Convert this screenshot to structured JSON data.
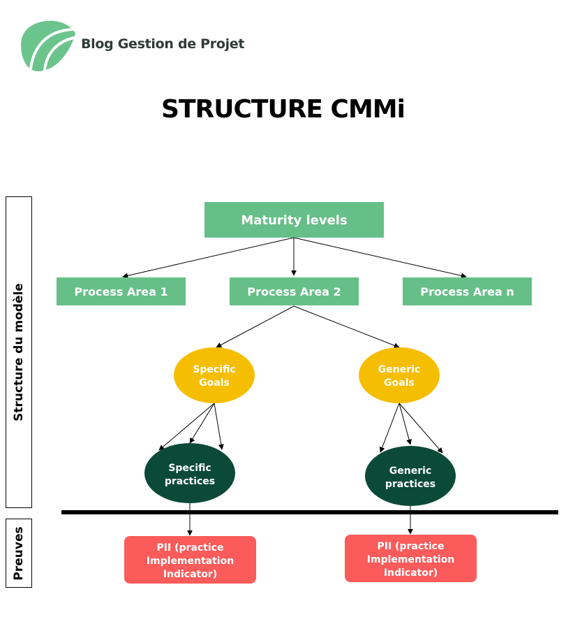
{
  "header": {
    "brand": "Blog Gestion de Projet",
    "title": "STRUCTURE CMMi"
  },
  "side_labels": {
    "model": "Structure du modèle",
    "evidence": "Preuves"
  },
  "nodes": {
    "maturity": "Maturity levels",
    "pa1": "Process Area 1",
    "pa2": "Process Area 2",
    "pan": "Process Area n",
    "sg_line1": "Specific",
    "sg_line2": "Goals",
    "gg_line1": "Generic",
    "gg_line2": "Goals",
    "sp_line1": "Specific",
    "sp_line2": "practices",
    "gp_line1": "Generic",
    "gp_line2": "practices",
    "pii_left_line1": "PII (practice",
    "pii_left_line2": "Implementation",
    "pii_left_line3": "Indicator)",
    "pii_right_line1": "PII (practice",
    "pii_right_line2": "Implementation",
    "pii_right_line3": "Indicator)"
  },
  "colors": {
    "green": "#66bf87",
    "yellow": "#f6be00",
    "dark_green": "#0c4a38",
    "red": "#fb5b5b",
    "logo_green": "#6cc48d"
  },
  "icons": {
    "logo": "leaf-logo-icon"
  }
}
